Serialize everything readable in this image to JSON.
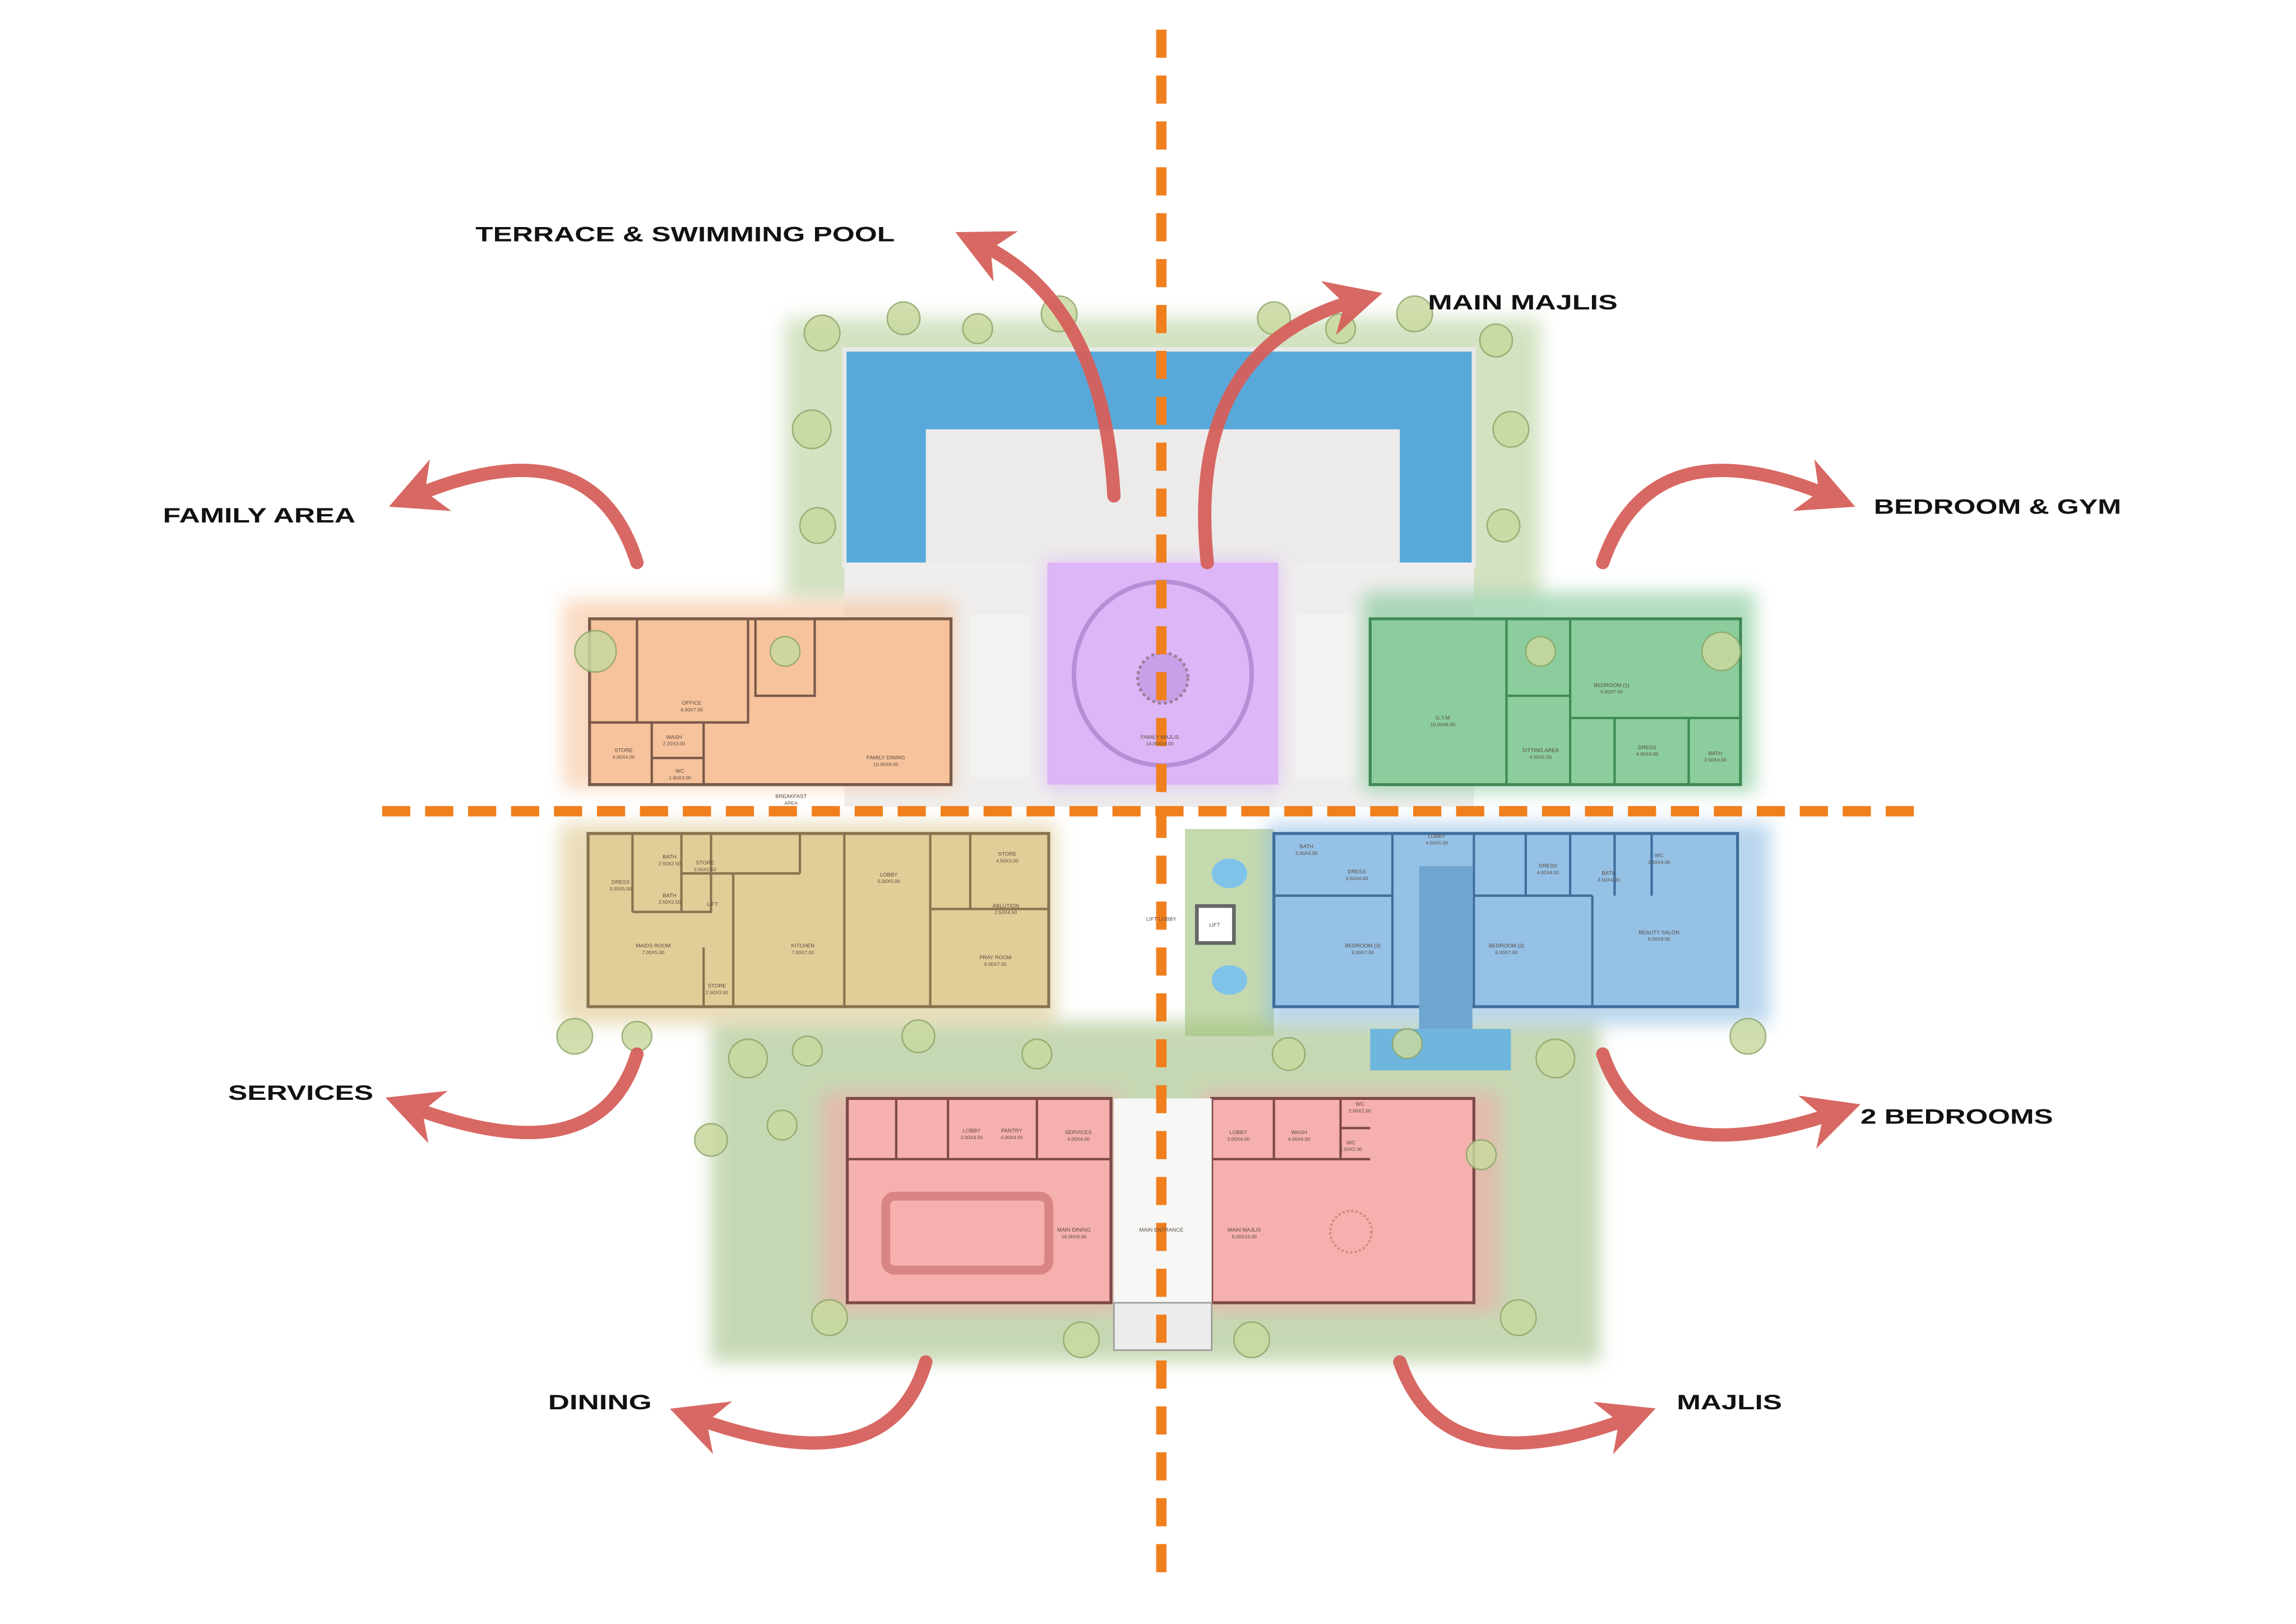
{
  "colors": {
    "axis_dash": "#f07f1e",
    "arrow": "#d6605b",
    "pool": "#58a9da",
    "terrace": "#ecebea",
    "family_area": "#f6c39c",
    "family_majlis": "#dcb6f6",
    "bedroom_gym": "#7cc592",
    "services": "#dcc68c",
    "two_bedrooms": "#8cbbe2",
    "dining": "#f5a7a7",
    "majlis": "#f5a7a7",
    "garden": "#9fbf78",
    "tree": "#c9d9a0"
  },
  "headings": {
    "terrace_pool": "TERRACE & SWIMMING POOL",
    "main_majlis": "MAIN MAJLIS",
    "family_area": "FAMILY AREA",
    "bedroom_gym": "BEDROOM & GYM",
    "services": "SERVICES",
    "two_bedrooms": "2 BEDROOMS",
    "dining": "DINING",
    "majlis": "MAJLIS"
  },
  "zones": {
    "family_area": {
      "rooms": [
        {
          "name": "OFFICE",
          "size": "6.00X7.00"
        },
        {
          "name": "WASH",
          "size": "2.20X3.00"
        },
        {
          "name": "STORE",
          "size": "4.00X4.00"
        },
        {
          "name": "WC",
          "size": "1.80X3.00"
        },
        {
          "name": "FAMILY DINING",
          "size": "10.00X8.00"
        },
        {
          "name": "BREAKFAST",
          "size": "AREA"
        }
      ]
    },
    "main_majlis": {
      "rooms": [
        {
          "name": "FAMILY MAJLIS",
          "size": "14.00X14.00"
        }
      ]
    },
    "bedroom_gym": {
      "rooms": [
        {
          "name": "G.Y.M",
          "size": "10.00X8.00"
        },
        {
          "name": "SITTING AREA",
          "size": "4.00X5.50"
        },
        {
          "name": "BEDROOM (1)",
          "size": "6.00X7.00"
        },
        {
          "name": "DRESS",
          "size": "4.00X4.00"
        },
        {
          "name": "BATH",
          "size": "3.50X4.00"
        }
      ]
    },
    "services": {
      "rooms": [
        {
          "name": "DRESS",
          "size": "3.00X5.00"
        },
        {
          "name": "BATH",
          "size": "2.50X2.50"
        },
        {
          "name": "BATH",
          "size": "2.50X2.50"
        },
        {
          "name": "STORE",
          "size": "2.50X2.50"
        },
        {
          "name": "LIFT",
          "size": ""
        },
        {
          "name": "LOBBY",
          "size": "5.00X5.00"
        },
        {
          "name": "STORE",
          "size": "4.50X3.00"
        },
        {
          "name": "ABLUTION",
          "size": "2.50X4.50"
        },
        {
          "name": "MAIDS ROOM",
          "size": "7.00X5.00"
        },
        {
          "name": "KITCHEN",
          "size": "7.00X7.00"
        },
        {
          "name": "STORE",
          "size": "2.50X3.00"
        },
        {
          "name": "PRAY ROOM",
          "size": "5.00X7.00"
        }
      ]
    },
    "two_bedrooms": {
      "rooms": [
        {
          "name": "LOBBY",
          "size": "4.50X5.00"
        },
        {
          "name": "BATH",
          "size": "3.00X4.00"
        },
        {
          "name": "DRESS",
          "size": "3.50X4.00"
        },
        {
          "name": "BEDROOM (3)",
          "size": "6.00X7.00"
        },
        {
          "name": "DRESS",
          "size": "4.00X4.00"
        },
        {
          "name": "BATH",
          "size": "3.50X4.00"
        },
        {
          "name": "WC",
          "size": "2.50X4.00"
        },
        {
          "name": "BEDROOM (2)",
          "size": "6.00X7.00"
        },
        {
          "name": "BEAUTY SALON",
          "size": "6.00X9.00"
        }
      ]
    },
    "core": {
      "rooms": [
        {
          "name": "LIFT LOBBY",
          "size": ""
        },
        {
          "name": "LIFT",
          "size": ""
        },
        {
          "name": "MAIN ENTRANCE",
          "size": ""
        }
      ]
    },
    "dining": {
      "rooms": [
        {
          "name": "LOBBY",
          "size": "2.00X4.00"
        },
        {
          "name": "PANTRY",
          "size": "4.00X4.00"
        },
        {
          "name": "SERVICES",
          "size": "4.00X4.00"
        },
        {
          "name": "MAIN DINING",
          "size": "16.00X8.00"
        }
      ]
    },
    "majlis": {
      "rooms": [
        {
          "name": "LOBBY",
          "size": "3.00X4.00"
        },
        {
          "name": "WASH",
          "size": "4.00X4.00"
        },
        {
          "name": "WC",
          "size": "2.00X2.00"
        },
        {
          "name": "WC",
          "size": "2.00X2.00"
        },
        {
          "name": "MAIN MAJLIS",
          "size": "8.00X16.00"
        }
      ]
    }
  }
}
